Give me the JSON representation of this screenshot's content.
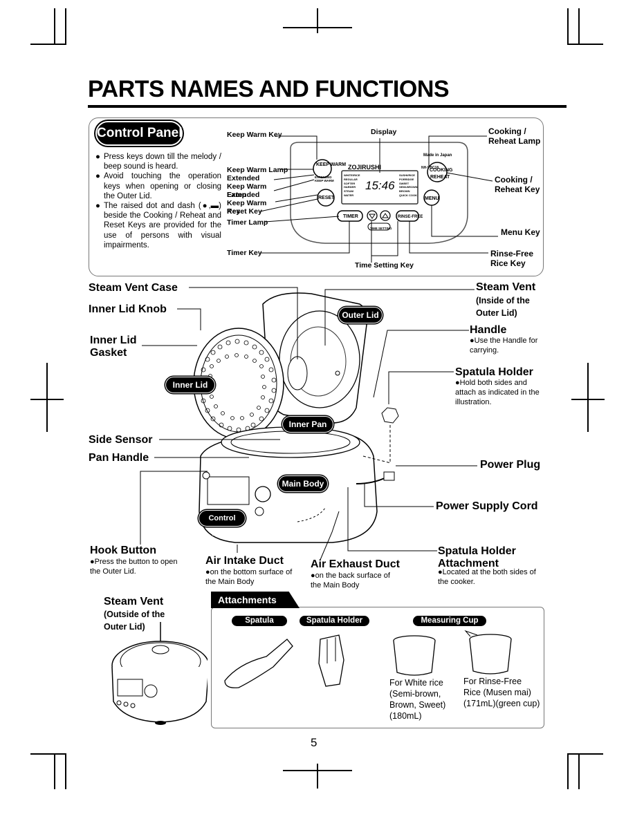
{
  "title": "PARTS NAMES AND FUNCTIONS",
  "control_panel": {
    "heading": "Control Panel",
    "bullets": [
      "Press keys down till the melody / beep sound is heard.",
      "Avoid touching the operation keys when opening or closing the Outer Lid.",
      "The raised dot and dash (●,▬) beside the Cooking / Reheat and Reset Keys are provided for the use of persons with visual impairments."
    ],
    "labels": {
      "keep_warm_key": "Keep Warm Key",
      "display": "Display",
      "cooking_reheat_lamp": "Cooking / Reheat Lamp",
      "keep_warm_lamp": "Keep Warm Lamp",
      "extended_keep_warm_lamp": "Extended Keep Warm Lamp",
      "extended_keep_warm_key": "Extended Keep Warm Key",
      "reset_key": "Reset Key",
      "timer_lamp": "Timer Lamp",
      "timer_key": "Timer Key",
      "cooking_reheat_key": "Cooking / Reheat Key",
      "menu_key": "Menu Key",
      "rinse_free_rice_key": "Rinse-Free Rice Key",
      "time_setting_key": "Time Setting Key"
    },
    "device": {
      "brand": "ZOJIRUSHI",
      "made_in": "Made in Japan",
      "model": "NH-VBC18",
      "display_time": "15:46",
      "buttons": {
        "keep_warm": "KEEP WARM",
        "extended_keep_warm": "EXTENDED KEEP WARM",
        "reset": "RESET",
        "timer": "TIMER",
        "rinse_free": "RINSE-FREE",
        "time_setting": "TIME SETTING",
        "cooking": "COOKING",
        "reheat": "REHEAT",
        "menu": "MENU"
      },
      "menu_left": [
        "WHITE/RICE",
        "REGULAR",
        "SOFTER",
        "HARDER",
        "STEAM",
        "WATER"
      ],
      "menu_right": [
        "SUSHI/RICE",
        "PORRIDGE",
        "SWEET",
        "SEMI-BROWN",
        "BROWN",
        "QUICK COOK"
      ]
    }
  },
  "parts": {
    "steam_vent_case": "Steam Vent Case",
    "inner_lid_knob": "Inner Lid Knob",
    "inner_lid_gasket": "Inner Lid Gasket",
    "side_sensor": "Side Sensor",
    "pan_handle": "Pan Handle",
    "hook_button": "Hook Button",
    "hook_button_note": "Press the button to open the Outer Lid.",
    "air_intake_duct": "Air Intake Duct",
    "air_intake_note": "on the bottom surface of the Main Body",
    "air_exhaust_duct": "Air Exhaust Duct",
    "air_exhaust_note": "on the back surface of the Main Body",
    "spatula_holder_attachment": "Spatula Holder Attachment",
    "spatula_holder_attachment_note": "Located at the both sides of the cooker.",
    "steam_vent": "Steam Vent",
    "steam_vent_inside": "(Inside of the Outer Lid)",
    "handle": "Handle",
    "handle_note": "Use the Handle for carrying.",
    "spatula_holder": "Spatula Holder",
    "spatula_holder_note": "Hold both sides and attach as indicated in the illustration.",
    "power_plug": "Power Plug",
    "power_supply_cord": "Power Supply Cord",
    "tags": {
      "outer_lid": "Outer Lid",
      "inner_lid": "Inner Lid",
      "inner_pan": "Inner Pan",
      "main_body": "Main Body",
      "control_panel": "Control Panel"
    },
    "steam_vent_outside_title": "Steam Vent",
    "steam_vent_outside_sub": "(Outside of the Outer Lid)"
  },
  "attachments": {
    "heading": "Attachments",
    "spatula": "Spatula",
    "spatula_holder": "Spatula Holder",
    "measuring_cup": "Measuring Cup",
    "cup1": "For White rice (Semi-brown, Brown, Sweet) (180mL)",
    "cup2": "For Rinse-Free Rice (Musen mai) (171mL)(green cup)"
  },
  "page_number": "5"
}
